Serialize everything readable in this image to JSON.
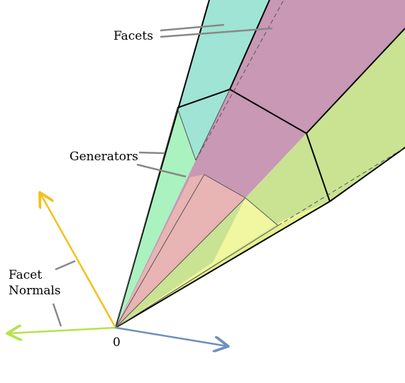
{
  "labels": {
    "facets": "Facets",
    "generators": "Generators",
    "facet_normals_line1": "Facet",
    "facet_normals_line2": "Normals",
    "origin": "0"
  },
  "colors": {
    "facet_teal": "#9fe4d4",
    "facet_teal_lower": "#aaf2bf",
    "facet_mauve": "#c898b4",
    "facet_pink": "#e8b4b4",
    "facet_green": "#c9e393",
    "facet_yellow": "#f1f7a0",
    "normal_yellow": "#f2c01a",
    "normal_green": "#b6e24a",
    "normal_blue": "#6f8fbe",
    "leader_gray": "#888888",
    "edge_black": "#000000"
  },
  "icons": {
    "normal_arrows": [
      "arrow-up-left-icon",
      "arrow-left-icon",
      "arrow-right-icon"
    ]
  }
}
